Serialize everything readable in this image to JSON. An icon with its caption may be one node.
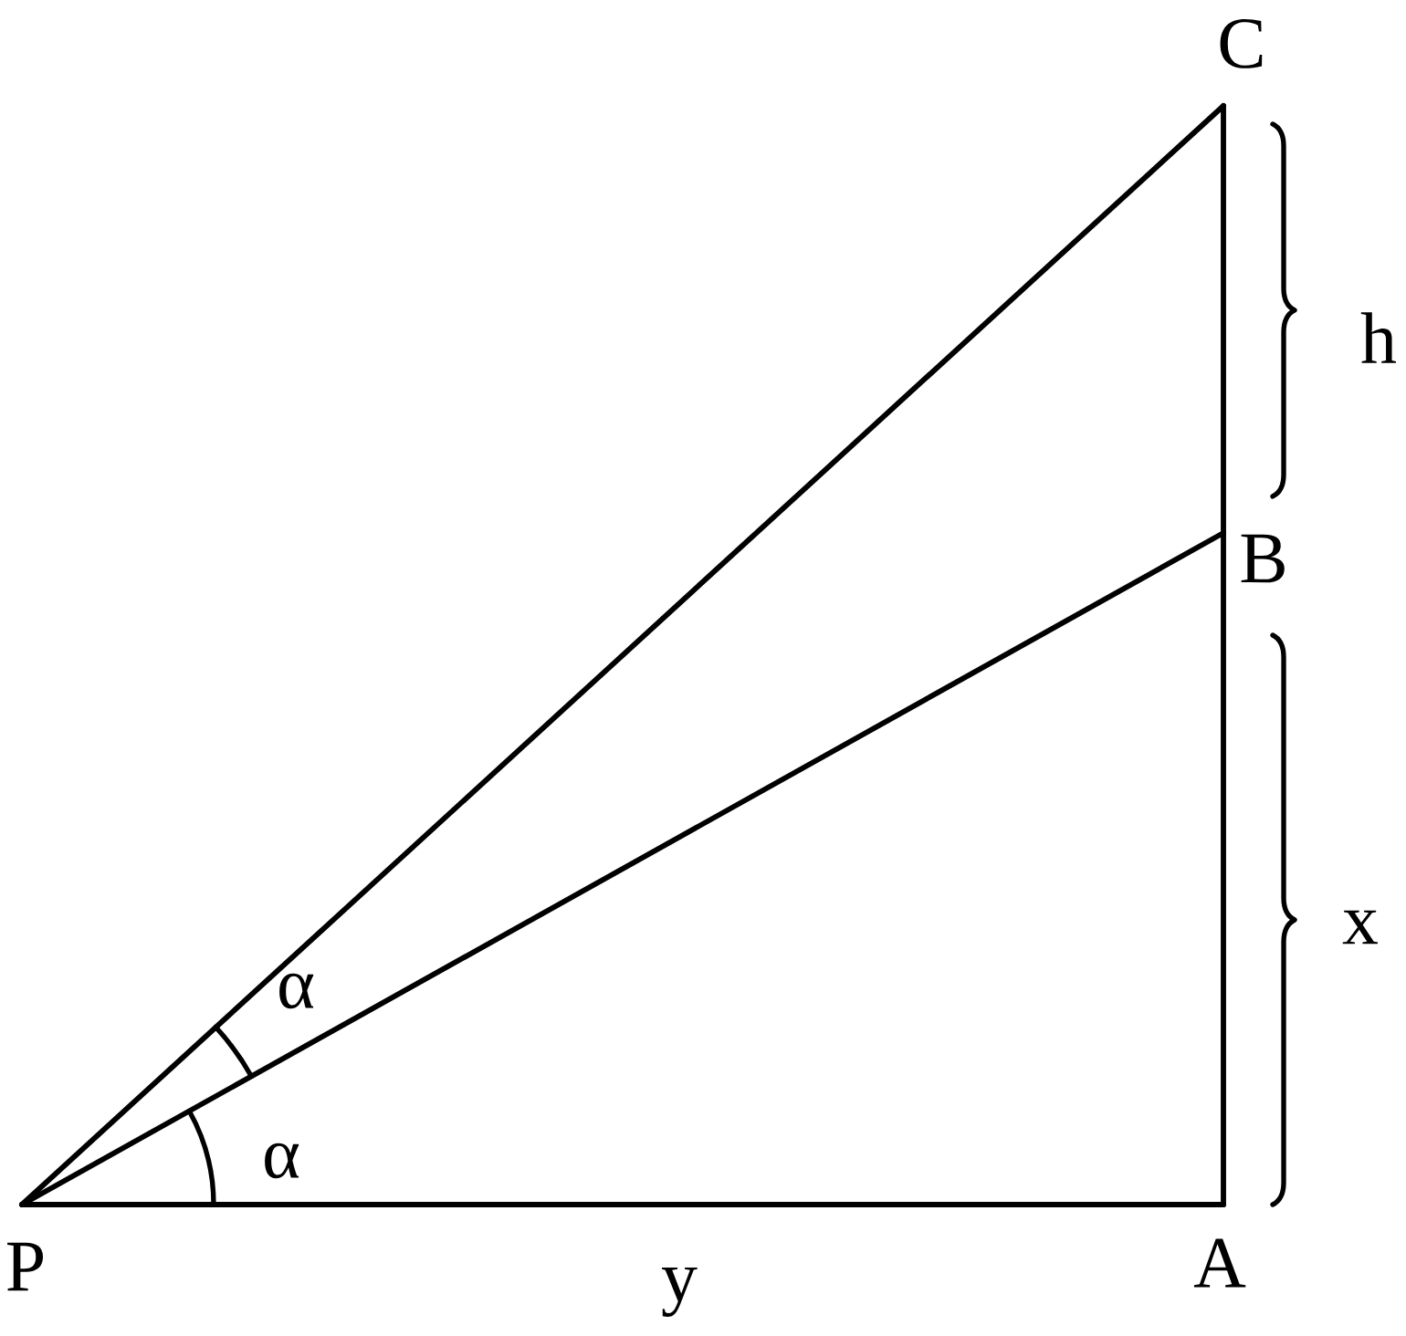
{
  "diagram": {
    "nodes": [
      {
        "text": [
          "C"
        ]
      },
      {
        "text": [
          "B"
        ]
      },
      {
        "text": [
          "P"
        ]
      },
      {
        "text": [
          "A"
        ]
      }
    ],
    "edges": [
      {
        "from": 2,
        "to": 3,
        "arrow": "none",
        "label": "y"
      },
      {
        "from": 3,
        "to": 1,
        "arrow": "none"
      },
      {
        "from": 1,
        "to": 0,
        "arrow": "none"
      },
      {
        "from": 2,
        "to": 1,
        "arrow": "none"
      },
      {
        "from": 2,
        "to": 0,
        "arrow": "none"
      }
    ],
    "labels": [
      "h",
      "x",
      "α",
      "α"
    ]
  }
}
